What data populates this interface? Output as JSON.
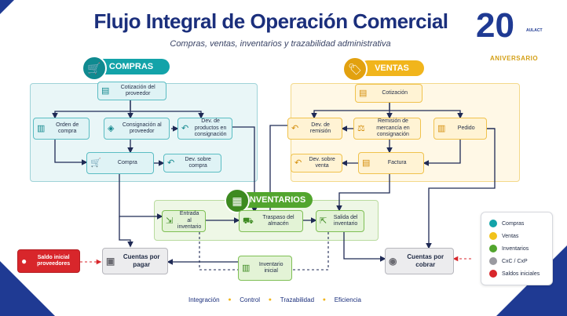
{
  "header": {
    "title": "Flujo Integral de Operación Comercial",
    "subtitle": "Compras, ventas, inventarios y trazabilidad administrativa"
  },
  "logo": {
    "number": "20",
    "caption": "ANIVERSARIO",
    "brand": "AULACT"
  },
  "sections": {
    "compras": "COMPRAS",
    "ventas": "VENTAS",
    "inventarios": "INVENTARIOS"
  },
  "nodes": {
    "cotizacion_proveedor": "Cotización del proveedor",
    "orden_compra": "Orden de compra",
    "consignacion_proveedor": "Consignación al proveedor",
    "dev_consignacion": "Dev. de productos en consignación",
    "compra": "Compra",
    "dev_compra": "Dev. sobre compra",
    "cotizacion": "Cotización",
    "dev_remision": "Dev. de remisión",
    "remision_consignacion": "Remisión de mercancía en consignación",
    "pedido": "Pedido",
    "dev_venta": "Dev. sobre venta",
    "factura": "Factura",
    "entrada_inventario": "Entrada al inventario",
    "traspaso_almacen": "Traspaso del almacén",
    "salida_inventario": "Salida del inventario",
    "saldo_proveedores": "Saldo inicial proveedores",
    "cuentas_pagar": "Cuentas por pagar",
    "inventario_inicial": "Inventario inicial",
    "cuentas_cobrar": "Cuentas por cobrar"
  },
  "legend": [
    {
      "label": "Compras",
      "color": "#13a3a9"
    },
    {
      "label": "Ventas",
      "color": "#f1c21b"
    },
    {
      "label": "Inventarios",
      "color": "#52a52e"
    },
    {
      "label": "CxC / CxP",
      "color": "#9a9aa0"
    },
    {
      "label": "Saldos iniciales",
      "color": "#d8262b"
    }
  ],
  "footer": [
    "Integración",
    "Control",
    "Trazabilidad",
    "Eficiencia"
  ],
  "colors": {
    "navy": "#1b2f7c",
    "teal": "#13a3a9",
    "gold": "#f1b51c",
    "green": "#52a52e",
    "red": "#d8262b",
    "gray": "#9a9aa0"
  }
}
